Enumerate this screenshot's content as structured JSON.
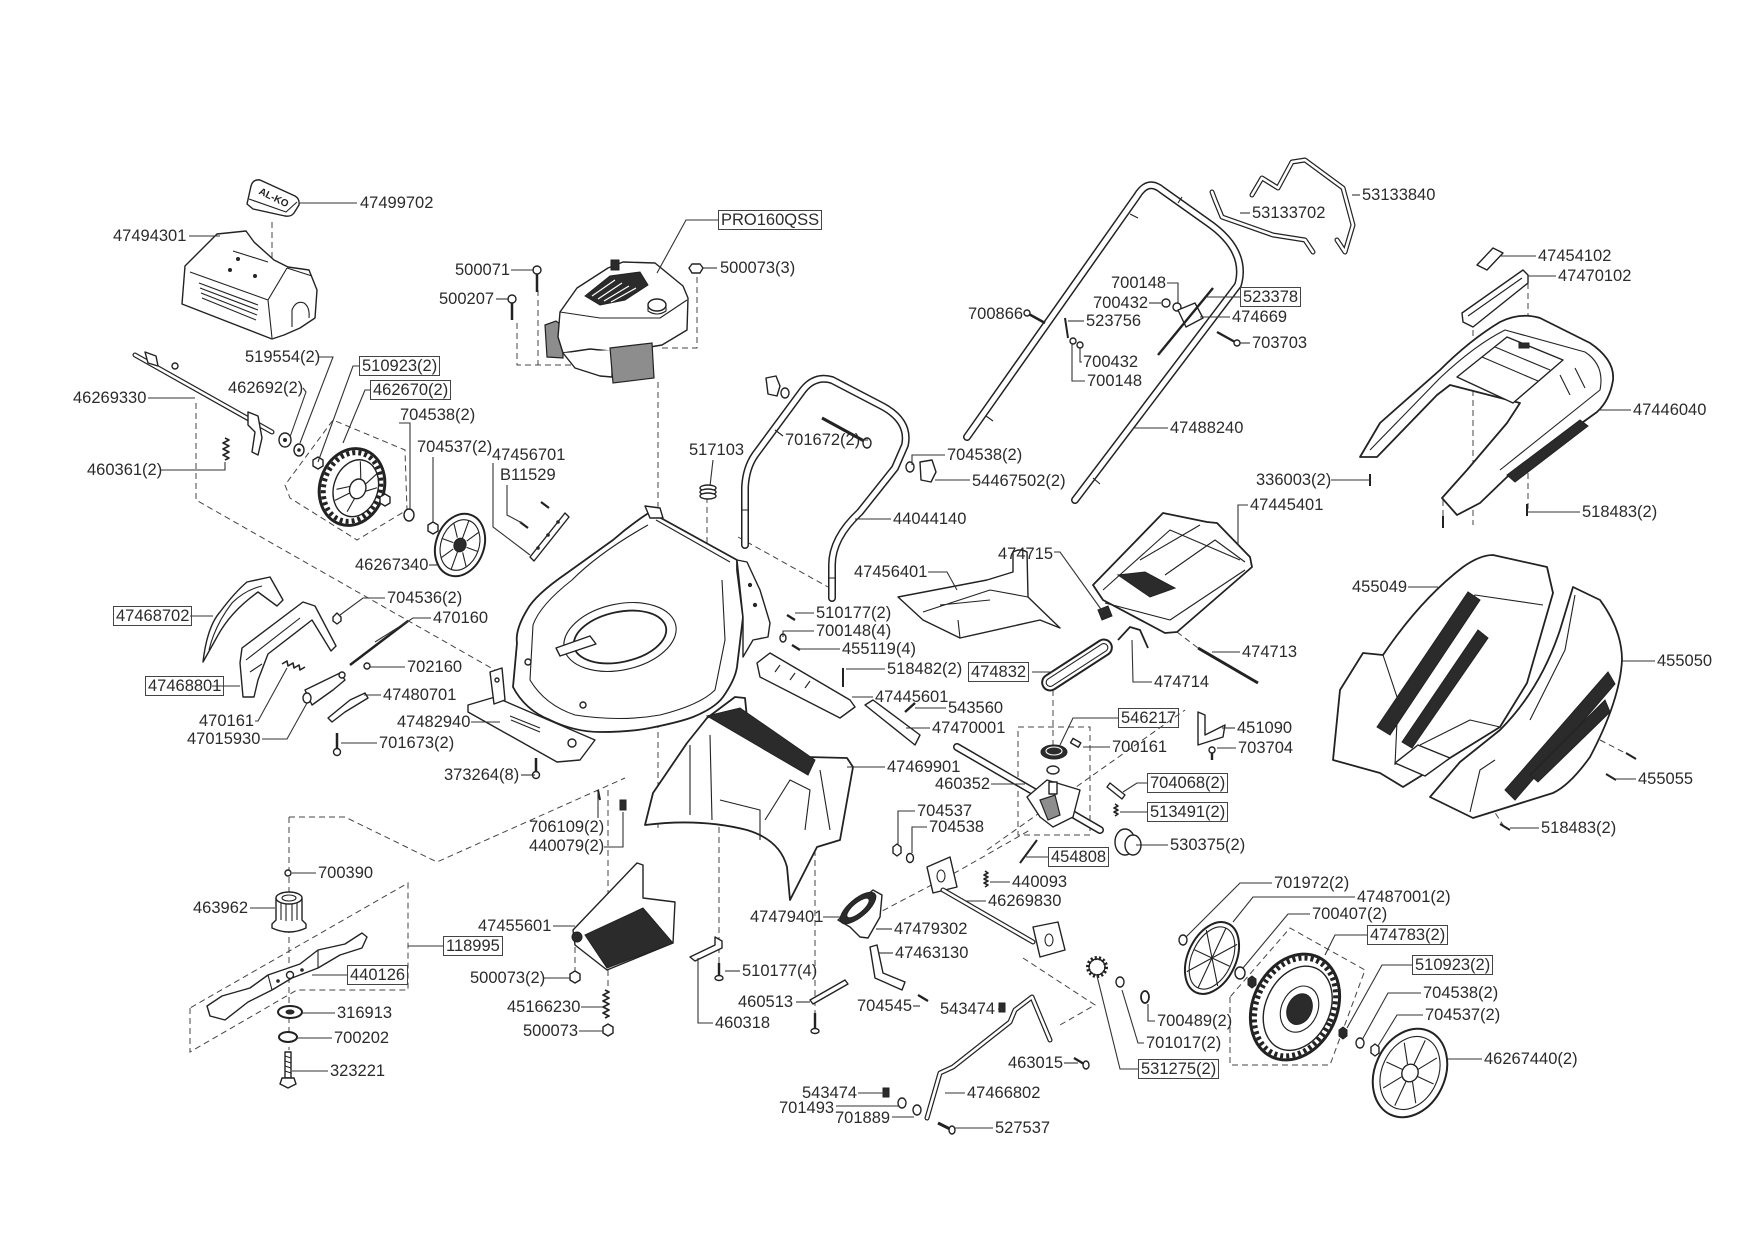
{
  "badge": {
    "logo_text": "AL-KO"
  },
  "callouts": [
    {
      "part_no": "47499702"
    },
    {
      "part_no": "47494301"
    },
    {
      "part_no": "PRO160QSS",
      "boxed": true
    },
    {
      "part_no": "500071"
    },
    {
      "part_no": "500207"
    },
    {
      "part_no": "500073(3)"
    },
    {
      "part_no": "519554(2)"
    },
    {
      "part_no": "510923(2)",
      "boxed": true
    },
    {
      "part_no": "462692(2)"
    },
    {
      "part_no": "462670(2)",
      "boxed": true
    },
    {
      "part_no": "46269330"
    },
    {
      "part_no": "704538(2)"
    },
    {
      "part_no": "704537(2)"
    },
    {
      "part_no": "47456701"
    },
    {
      "part_no": "B11529"
    },
    {
      "part_no": "460361(2)"
    },
    {
      "part_no": "517103"
    },
    {
      "part_no": "701672(2)"
    },
    {
      "part_no": "53133840"
    },
    {
      "part_no": "53133702"
    },
    {
      "part_no": "47454102"
    },
    {
      "part_no": "47470102"
    },
    {
      "part_no": "700148"
    },
    {
      "part_no": "700432"
    },
    {
      "part_no": "523378",
      "boxed": true
    },
    {
      "part_no": "700866"
    },
    {
      "part_no": "523756"
    },
    {
      "part_no": "474669"
    },
    {
      "part_no": "703703"
    },
    {
      "part_no": "700432"
    },
    {
      "part_no": "700148"
    },
    {
      "part_no": "47446040"
    },
    {
      "part_no": "47488240"
    },
    {
      "part_no": "704538(2)"
    },
    {
      "part_no": "336003(2)"
    },
    {
      "part_no": "54467502(2)"
    },
    {
      "part_no": "47445401"
    },
    {
      "part_no": "518483(2)"
    },
    {
      "part_no": "44044140"
    },
    {
      "part_no": "474715"
    },
    {
      "part_no": "46267340"
    },
    {
      "part_no": "47456401"
    },
    {
      "part_no": "455049"
    },
    {
      "part_no": "704536(2)"
    },
    {
      "part_no": "47468702",
      "boxed": true
    },
    {
      "part_no": "470160"
    },
    {
      "part_no": "510177(2)"
    },
    {
      "part_no": "700148(4)"
    },
    {
      "part_no": "455119(4)"
    },
    {
      "part_no": "474713"
    },
    {
      "part_no": "455050"
    },
    {
      "part_no": "702160"
    },
    {
      "part_no": "518482(2)"
    },
    {
      "part_no": "474832",
      "boxed": true
    },
    {
      "part_no": "474714"
    },
    {
      "part_no": "47468801",
      "boxed": true
    },
    {
      "part_no": "47480701"
    },
    {
      "part_no": "47445601"
    },
    {
      "part_no": "543560"
    },
    {
      "part_no": "546217",
      "boxed": true
    },
    {
      "part_no": "470161"
    },
    {
      "part_no": "47482940"
    },
    {
      "part_no": "47470001"
    },
    {
      "part_no": "451090"
    },
    {
      "part_no": "47015930"
    },
    {
      "part_no": "701673(2)"
    },
    {
      "part_no": "700161"
    },
    {
      "part_no": "703704"
    },
    {
      "part_no": "47469901"
    },
    {
      "part_no": "373264(8)"
    },
    {
      "part_no": "455055"
    },
    {
      "part_no": "460352"
    },
    {
      "part_no": "704068(2)",
      "boxed": true
    },
    {
      "part_no": "704537"
    },
    {
      "part_no": "513491(2)",
      "boxed": true
    },
    {
      "part_no": "706109(2)"
    },
    {
      "part_no": "704538"
    },
    {
      "part_no": "518483(2)"
    },
    {
      "part_no": "530375(2)"
    },
    {
      "part_no": "440079(2)"
    },
    {
      "part_no": "454808",
      "boxed": true
    },
    {
      "part_no": "700390"
    },
    {
      "part_no": "440093"
    },
    {
      "part_no": "701972(2)"
    },
    {
      "part_no": "47487001(2)"
    },
    {
      "part_no": "46269830"
    },
    {
      "part_no": "463962"
    },
    {
      "part_no": "700407(2)"
    },
    {
      "part_no": "47479401"
    },
    {
      "part_no": "47455601"
    },
    {
      "part_no": "47479302"
    },
    {
      "part_no": "474783(2)",
      "boxed": true
    },
    {
      "part_no": "118995",
      "boxed": true
    },
    {
      "part_no": "47463130"
    },
    {
      "part_no": "510923(2)",
      "boxed": true
    },
    {
      "part_no": "510177(4)"
    },
    {
      "part_no": "440126",
      "boxed": true
    },
    {
      "part_no": "500073(2)"
    },
    {
      "part_no": "704538(2)"
    },
    {
      "part_no": "460513"
    },
    {
      "part_no": "704545"
    },
    {
      "part_no": "45166230"
    },
    {
      "part_no": "543474"
    },
    {
      "part_no": "316913"
    },
    {
      "part_no": "704537(2)"
    },
    {
      "part_no": "700489(2)"
    },
    {
      "part_no": "460318"
    },
    {
      "part_no": "500073"
    },
    {
      "part_no": "700202"
    },
    {
      "part_no": "701017(2)"
    },
    {
      "part_no": "46267440(2)"
    },
    {
      "part_no": "463015"
    },
    {
      "part_no": "531275(2)",
      "boxed": true
    },
    {
      "part_no": "323221"
    },
    {
      "part_no": "543474"
    },
    {
      "part_no": "47466802"
    },
    {
      "part_no": "701493"
    },
    {
      "part_no": "701889"
    },
    {
      "part_no": "527537"
    }
  ]
}
